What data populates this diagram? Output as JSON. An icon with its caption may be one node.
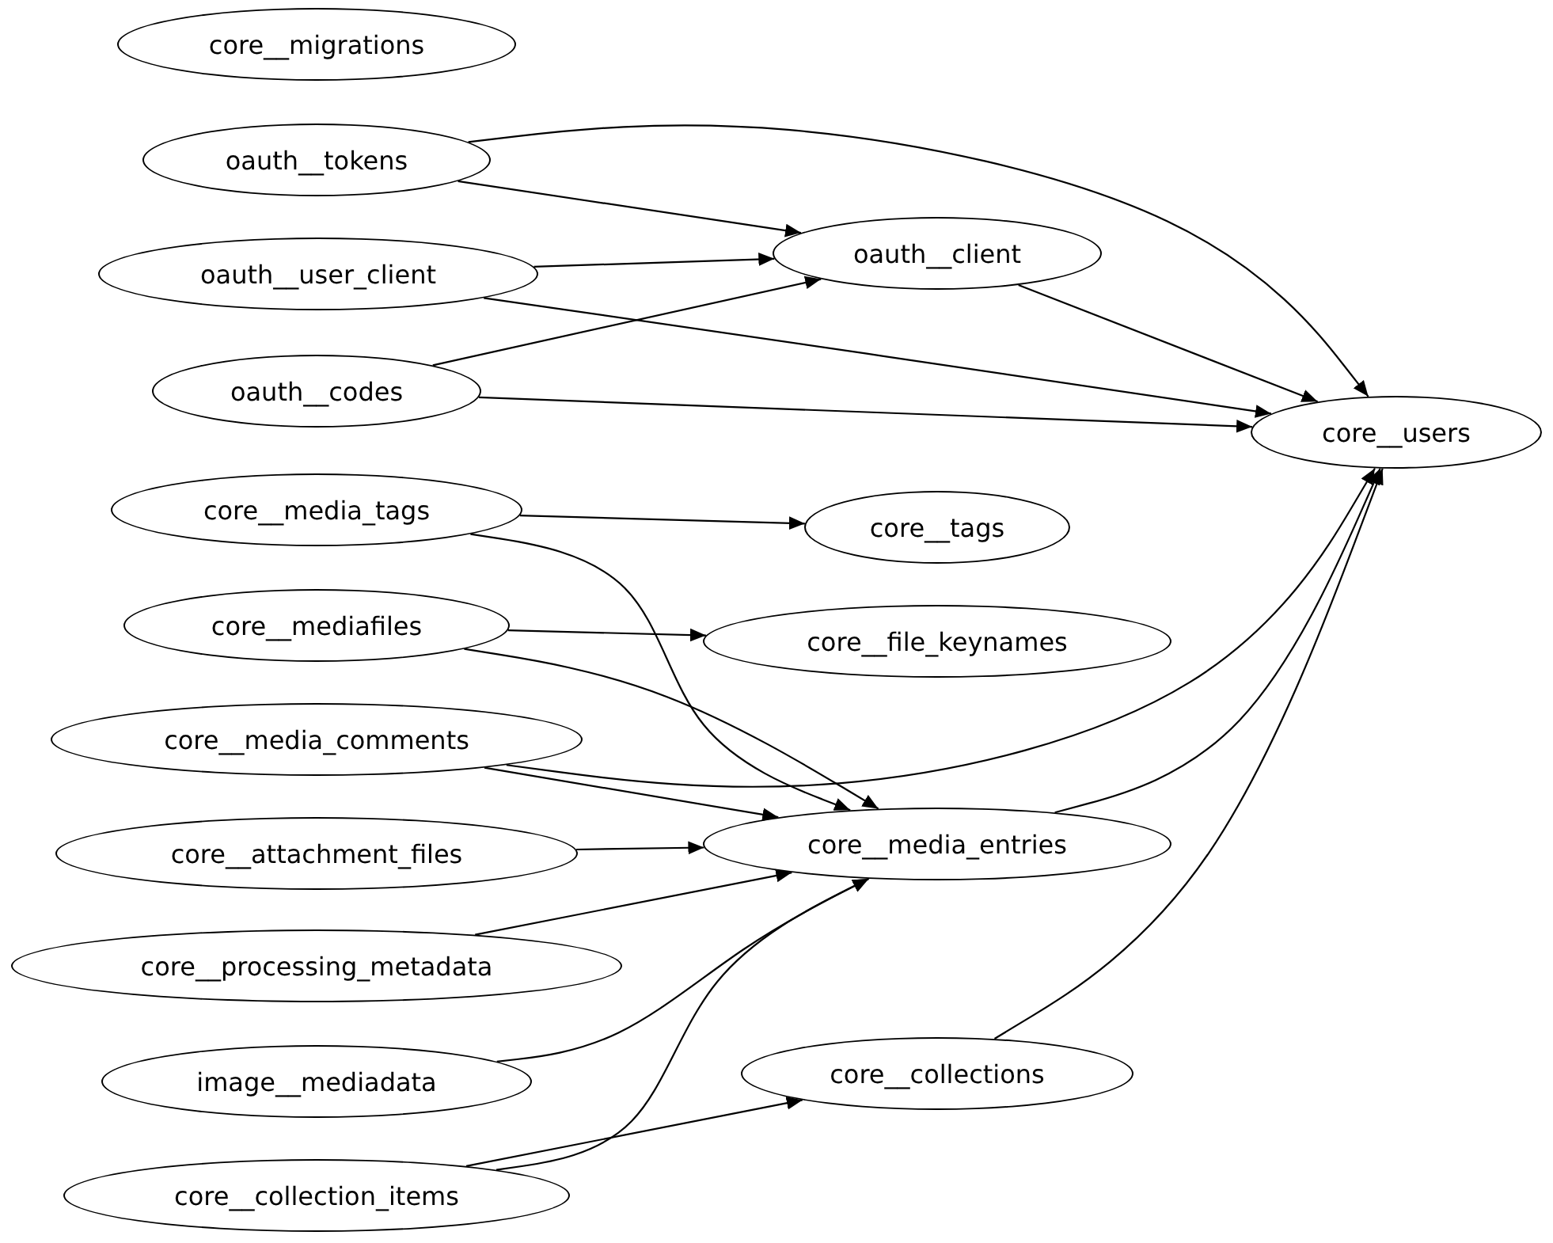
{
  "diagram": {
    "nodes": [
      {
        "text": [
          "core__migrations"
        ]
      },
      {
        "text": [
          "oauth__tokens"
        ]
      },
      {
        "text": [
          "oauth__user_client"
        ]
      },
      {
        "text": [
          "oauth__codes"
        ]
      },
      {
        "text": [
          "oauth__client"
        ]
      },
      {
        "text": [
          "core__users"
        ]
      },
      {
        "text": [
          "core__media_tags"
        ]
      },
      {
        "text": [
          "core__tags"
        ]
      },
      {
        "text": [
          "core__mediafiles"
        ]
      },
      {
        "text": [
          "core__file_keynames"
        ]
      },
      {
        "text": [
          "core__media_comments"
        ]
      },
      {
        "text": [
          "core__media_entries"
        ]
      },
      {
        "text": [
          "core__attachment_files"
        ]
      },
      {
        "text": [
          "core__processing_metadata"
        ]
      },
      {
        "text": [
          "image__mediadata"
        ]
      },
      {
        "text": [
          "core__collections"
        ]
      },
      {
        "text": [
          "core__collection_items"
        ]
      }
    ],
    "edges": [
      {
        "from": 1,
        "to": 4,
        "arrow": "to"
      },
      {
        "from": 1,
        "to": 5,
        "arrow": "to"
      },
      {
        "from": 2,
        "to": 4,
        "arrow": "to"
      },
      {
        "from": 2,
        "to": 5,
        "arrow": "to"
      },
      {
        "from": 3,
        "to": 4,
        "arrow": "to"
      },
      {
        "from": 3,
        "to": 5,
        "arrow": "to"
      },
      {
        "from": 4,
        "to": 5,
        "arrow": "to"
      },
      {
        "from": 6,
        "to": 7,
        "arrow": "to"
      },
      {
        "from": 6,
        "to": 11,
        "arrow": "to"
      },
      {
        "from": 8,
        "to": 9,
        "arrow": "to"
      },
      {
        "from": 8,
        "to": 11,
        "arrow": "to"
      },
      {
        "from": 10,
        "to": 5,
        "arrow": "to"
      },
      {
        "from": 10,
        "to": 11,
        "arrow": "to"
      },
      {
        "from": 12,
        "to": 11,
        "arrow": "to"
      },
      {
        "from": 13,
        "to": 11,
        "arrow": "to"
      },
      {
        "from": 14,
        "to": 11,
        "arrow": "to"
      },
      {
        "from": 16,
        "to": 15,
        "arrow": "to"
      },
      {
        "from": 16,
        "to": 11,
        "arrow": "to"
      },
      {
        "from": 11,
        "to": 5,
        "arrow": "to"
      },
      {
        "from": 15,
        "to": 5,
        "arrow": "to"
      }
    ]
  }
}
